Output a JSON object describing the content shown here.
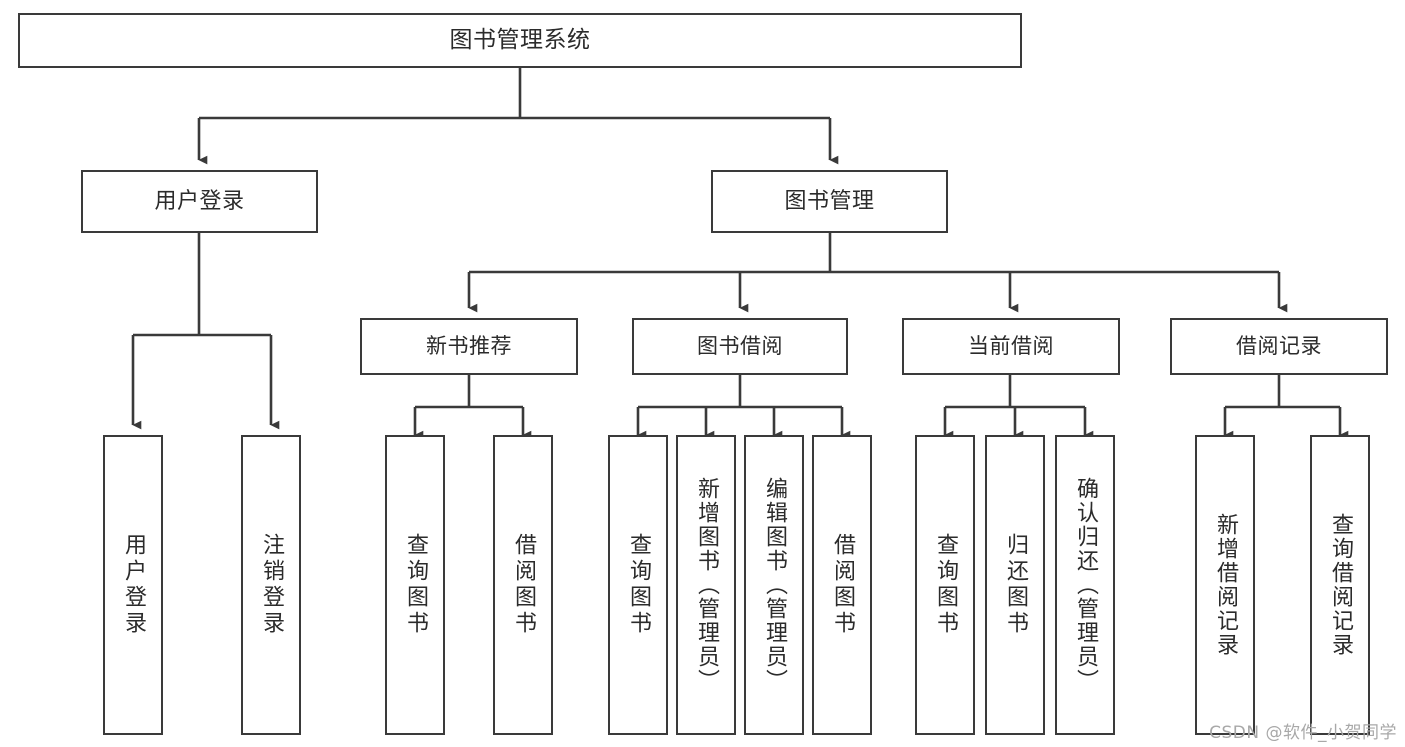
{
  "diagram": {
    "title": "图书管理系统",
    "type": "tree-hierarchy-chart",
    "root": {
      "label": "图书管理系统"
    },
    "level2": [
      {
        "label": "用户登录"
      },
      {
        "label": "图书管理"
      }
    ],
    "level3": [
      {
        "label": "新书推荐"
      },
      {
        "label": "图书借阅"
      },
      {
        "label": "当前借阅"
      },
      {
        "label": "借阅记录"
      }
    ],
    "leaves": {
      "user_login": [
        {
          "label": "用户登录"
        },
        {
          "label": "注销登录"
        }
      ],
      "new_book_recommend": [
        {
          "label": "查询图书"
        },
        {
          "label": "借阅图书"
        }
      ],
      "book_borrow": [
        {
          "label": "查询图书"
        },
        {
          "label": "新增图书（管理员）"
        },
        {
          "label": "编辑图书（管理员）"
        },
        {
          "label": "借阅图书"
        }
      ],
      "current_borrow": [
        {
          "label": "查询图书"
        },
        {
          "label": "归还图书"
        },
        {
          "label": "确认归还（管理员）"
        }
      ],
      "borrow_record": [
        {
          "label": "新增借阅记录"
        },
        {
          "label": "查询借阅记录"
        }
      ]
    }
  },
  "watermark": {
    "text": "CSDN @软件_小贺同学"
  },
  "colors": {
    "border": "#3a3a3a",
    "text": "#2b2b2b",
    "background": "#ffffff",
    "watermark": "#a8a8a8"
  }
}
